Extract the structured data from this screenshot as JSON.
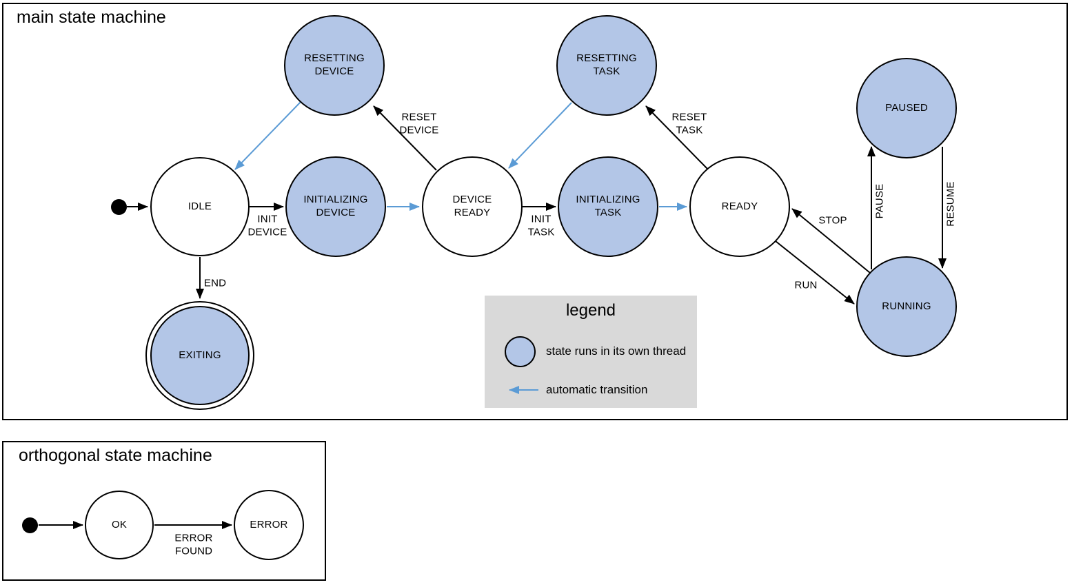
{
  "main_machine": {
    "title": "main state machine",
    "states": {
      "idle": "IDLE",
      "resetting_device": "RESETTING\nDEVICE",
      "initializing_device": "INITIALIZING\nDEVICE",
      "device_ready": "DEVICE\nREADY",
      "resetting_task": "RESETTING\nTASK",
      "initializing_task": "INITIALIZING\nTASK",
      "ready": "READY",
      "paused": "PAUSED",
      "running": "RUNNING",
      "exiting": "EXITING"
    },
    "transitions": {
      "init_device": "INIT\nDEVICE",
      "reset_device": "RESET\nDEVICE",
      "init_task": "INIT\nTASK",
      "reset_task": "RESET\nTASK",
      "stop": "STOP",
      "run": "RUN",
      "pause": "PAUSE",
      "resume": "RESUME",
      "end": "END"
    }
  },
  "legend": {
    "title": "legend",
    "items": [
      {
        "symbol": "thread-state-circle",
        "label": "state runs in its own thread"
      },
      {
        "symbol": "automatic-transition-arrow",
        "label": "automatic transition"
      }
    ]
  },
  "orthogonal_machine": {
    "title": "orthogonal state machine",
    "states": {
      "ok": "OK",
      "error": "ERROR"
    },
    "transitions": {
      "error_found": "ERROR\nFOUND"
    }
  },
  "colors": {
    "thread_state_fill": "#b3c6e7",
    "automatic_transition": "#5b9bd5",
    "legend_background": "#d9d9d9",
    "line": "#000000"
  }
}
